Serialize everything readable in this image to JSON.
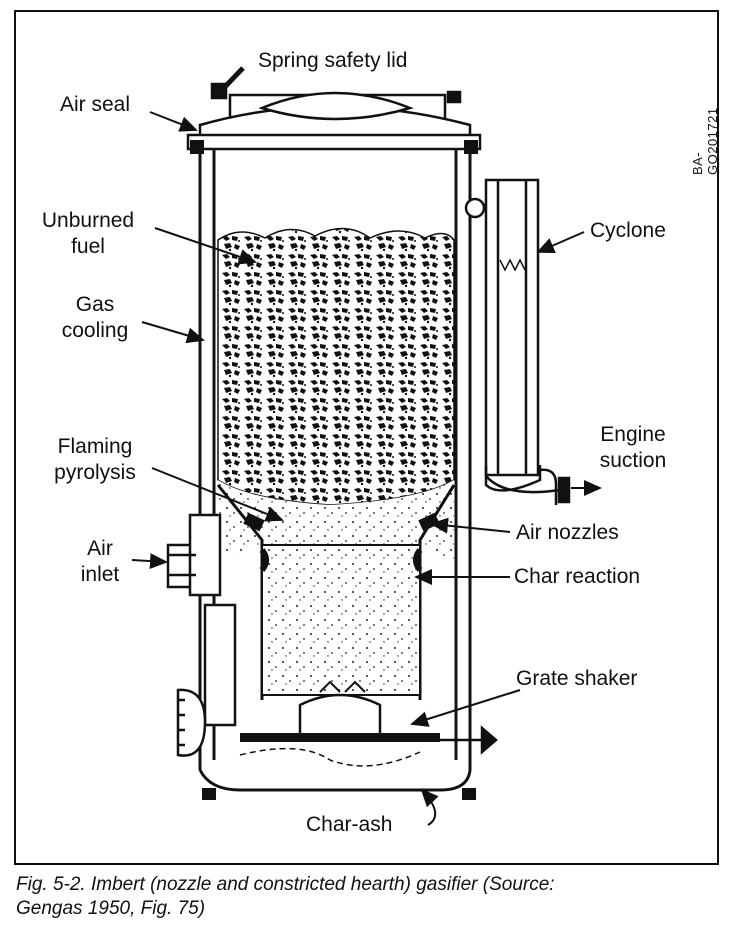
{
  "figure": {
    "code": "BA-GO201721",
    "caption_line1": "Fig. 5-2. Imbert (nozzle and constricted hearth) gasifier (Source:",
    "caption_line2": "Gengas 1950, Fig. 75)"
  },
  "labels": {
    "spring_safety_lid": "Spring safety lid",
    "air_seal": "Air seal",
    "unburned_fuel_1": "Unburned",
    "unburned_fuel_2": "fuel",
    "gas_cooling_1": "Gas",
    "gas_cooling_2": "cooling",
    "flaming_pyrolysis_1": "Flaming",
    "flaming_pyrolysis_2": "pyrolysis",
    "air_inlet_1": "Air",
    "air_inlet_2": "inlet",
    "cyclone": "Cyclone",
    "engine_suction_1": "Engine",
    "engine_suction_2": "suction",
    "air_nozzles": "Air nozzles",
    "char_reaction": "Char reaction",
    "grate_shaker": "Grate shaker",
    "char_ash": "Char-ash"
  }
}
